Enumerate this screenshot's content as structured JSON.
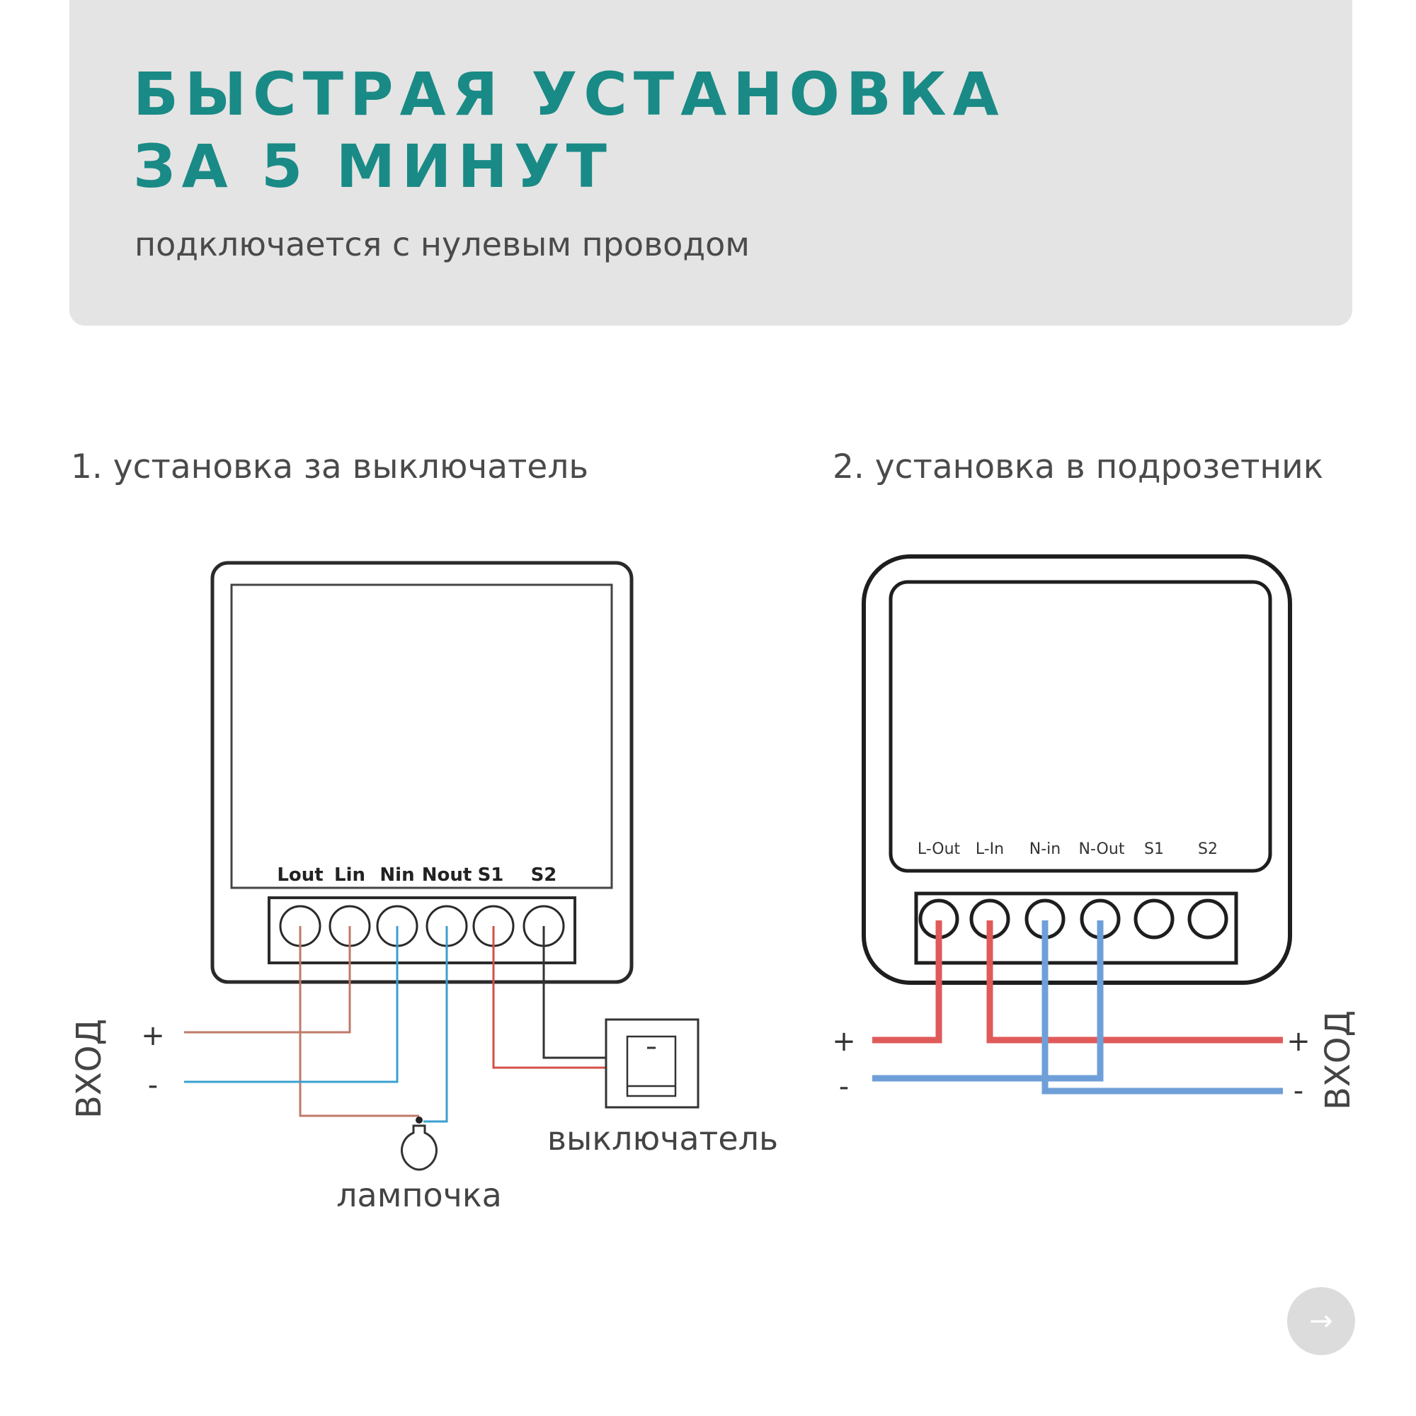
{
  "header": {
    "title_line1": "БЫСТРАЯ УСТАНОВКА",
    "title_line2": "ЗА 5 МИНУТ",
    "subtitle": "подключается с нулевым проводом"
  },
  "diagram1": {
    "title": "1. установка за выключатель",
    "terminals": [
      "Lout",
      "Lin",
      "Nin",
      "Nout",
      "S1",
      "S2"
    ],
    "input_label": "ВХОД",
    "plus": "+",
    "minus": "-",
    "lamp_label": "лампочка",
    "switch_label": "выключатель"
  },
  "diagram2": {
    "title": "2. установка в подрозетник",
    "terminals": [
      "L-Out",
      "L-In",
      "N-in",
      "N-Out",
      "S1",
      "S2"
    ],
    "input_label": "ВХОД",
    "plus": "+",
    "minus": "-"
  },
  "colors": {
    "accent": "#1a8a86",
    "live_wire_1": "#c07a6a",
    "neutral_wire_1": "#3aa0cf",
    "live_wire_2": "#e05a5a",
    "neutral_wire_2": "#6f9fd8"
  },
  "nav": {
    "next_icon": "→"
  }
}
